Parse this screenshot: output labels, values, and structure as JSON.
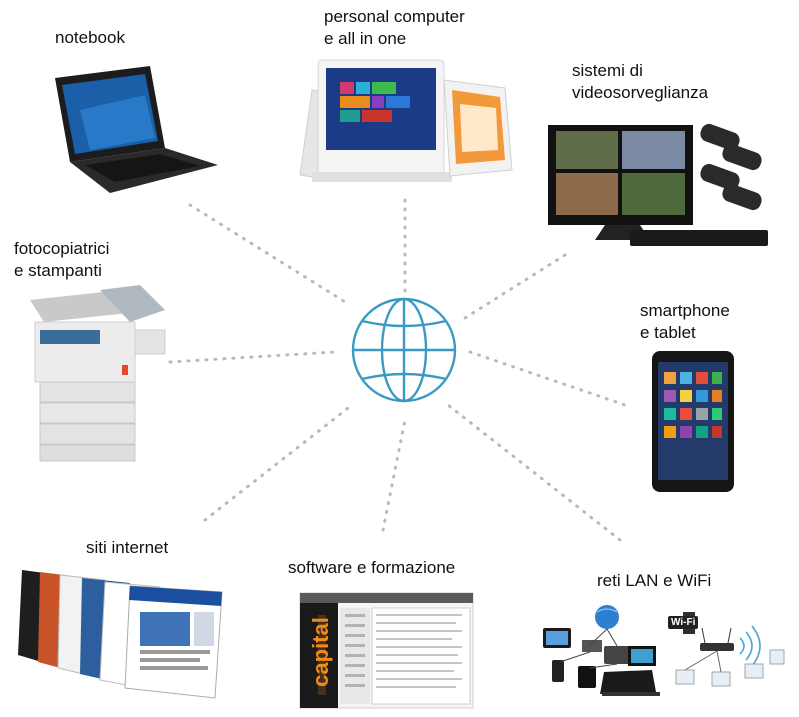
{
  "center": {
    "icon": "globe-icon",
    "color": "#3b9ac4"
  },
  "connector_color": "#b9b9b9",
  "nodes": [
    {
      "id": "notebook",
      "icon": "laptop-icon",
      "lines": [
        "notebook"
      ]
    },
    {
      "id": "pc",
      "icon": "all-in-one-pc-icon",
      "lines": [
        "personal computer",
        "e all in one"
      ]
    },
    {
      "id": "cctv",
      "icon": "cctv-icon",
      "lines": [
        "sistemi di",
        "videosorveglianza"
      ]
    },
    {
      "id": "printers",
      "icon": "copier-icon",
      "lines": [
        "fotocopiatrici",
        "e stampanti"
      ]
    },
    {
      "id": "mobile",
      "icon": "tablet-icon",
      "lines": [
        "smartphone",
        "e tablet"
      ]
    },
    {
      "id": "web",
      "icon": "web-pages-icon",
      "lines": [
        "siti internet"
      ]
    },
    {
      "id": "software",
      "icon": "software-window-icon",
      "lines": [
        "software e formazione"
      ],
      "brand": "capital"
    },
    {
      "id": "network",
      "icon": "network-icon",
      "lines": [
        "reti LAN e WiFi"
      ],
      "badge": "Wi-Fi"
    }
  ]
}
